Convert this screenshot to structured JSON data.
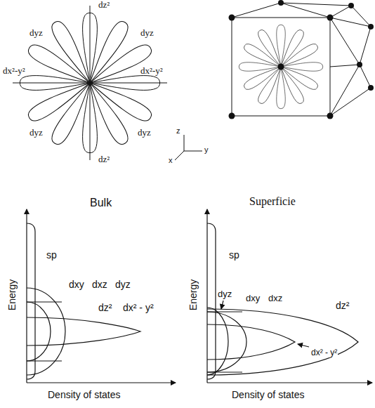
{
  "diagram": {
    "labels": [
      "dz²",
      "dyz",
      "dyz",
      "dx²-y²",
      "dx²-y²",
      "dyz",
      "dyz",
      "dz²",
      "z",
      "y",
      "x",
      "Bulk",
      "Energy",
      "sp",
      "dxy",
      "dxz",
      "dyz",
      "dz²",
      "dx² - y²",
      "Density of states",
      "Superficie",
      "Energy",
      "sp",
      "dyz",
      "dxy",
      "dxz",
      "dz²",
      "dx² - y²",
      "Density of states"
    ]
  }
}
